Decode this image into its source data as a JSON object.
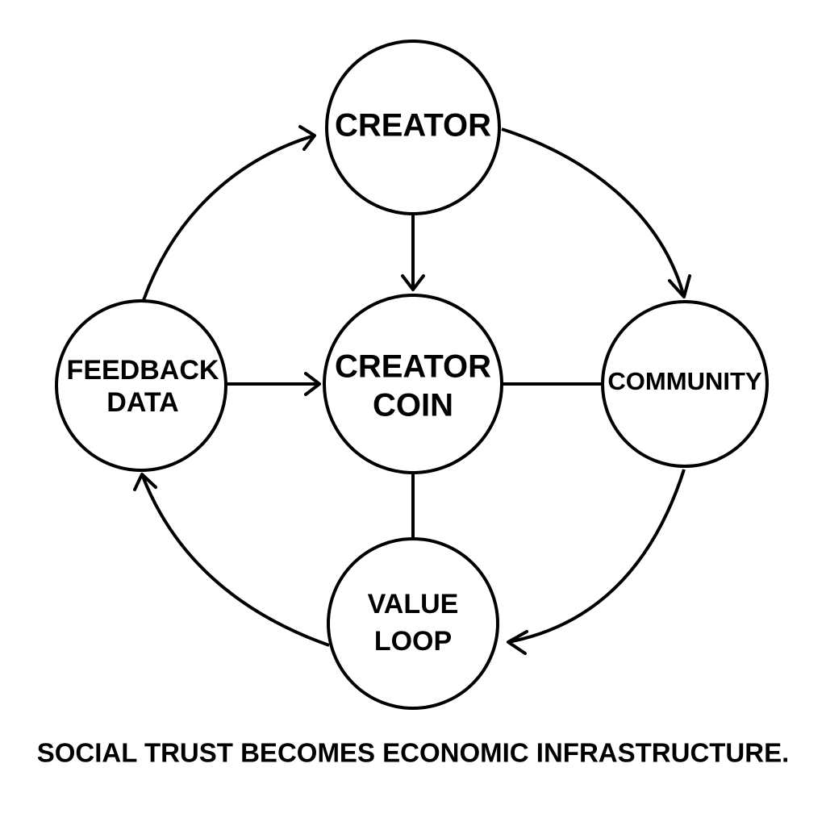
{
  "nodes": {
    "creator": {
      "lines": [
        "CREATOR"
      ]
    },
    "creator_coin": {
      "lines": [
        "CREATOR",
        "COIN"
      ]
    },
    "feedback_data": {
      "lines": [
        "FEEDBACK",
        "DATA"
      ]
    },
    "community": {
      "lines": [
        "COMMUNITY"
      ]
    },
    "value_loop": {
      "lines": [
        "VALUE",
        "LOOP"
      ]
    }
  },
  "edges": [
    {
      "from": "creator",
      "to": "creator_coin",
      "directed": true
    },
    {
      "from": "feedback_data",
      "to": "creator_coin",
      "directed": true
    },
    {
      "from": "creator_coin",
      "to": "community",
      "directed": false
    },
    {
      "from": "creator_coin",
      "to": "value_loop",
      "directed": false
    },
    {
      "from": "creator",
      "to": "community",
      "directed": true
    },
    {
      "from": "community",
      "to": "value_loop",
      "directed": true
    },
    {
      "from": "value_loop",
      "to": "feedback_data",
      "directed": true
    },
    {
      "from": "feedback_data",
      "to": "creator",
      "directed": true
    }
  ],
  "caption": "SOCIAL TRUST BECOMES ECONOMIC INFRASTRUCTURE.",
  "colors": {
    "stroke": "#000000",
    "background": "#ffffff"
  }
}
